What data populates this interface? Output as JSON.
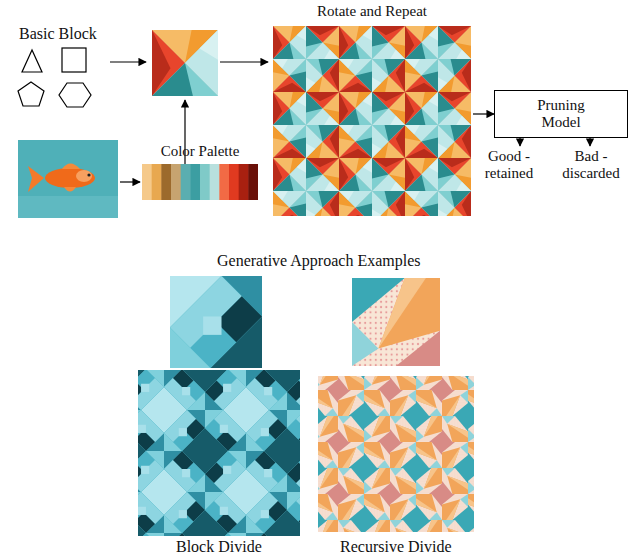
{
  "diagram": {
    "nodes": [
      {
        "text": [
          "Color Palette"
        ]
      },
      {
        "text": [
          "Rotate and Repeat"
        ]
      },
      {
        "text": [
          "Pruning Model"
        ]
      },
      {
        "text": [
          "Good - retained"
        ]
      },
      {
        "text": [
          "Bad - discarded"
        ]
      }
    ],
    "edges": [
      {
        "from": 1,
        "to": 2,
        "arrow": "to"
      },
      {
        "from": 2,
        "to": 3,
        "arrow": "to"
      },
      {
        "from": 2,
        "to": 4,
        "arrow": "to"
      }
    ],
    "labels": [
      "Basic Block",
      "Generative Approach Examples",
      "Block Divide",
      "Recursive Divide"
    ]
  }
}
